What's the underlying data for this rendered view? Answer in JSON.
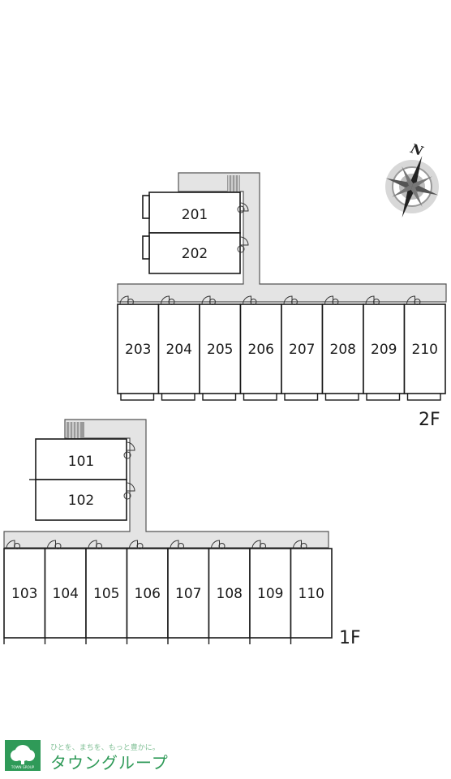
{
  "floors": [
    {
      "label": "2F",
      "side_units": [
        "201",
        "202"
      ],
      "row_units": [
        "203",
        "204",
        "205",
        "206",
        "207",
        "208",
        "209",
        "210"
      ]
    },
    {
      "label": "1F",
      "side_units": [
        "101",
        "102"
      ],
      "row_units": [
        "103",
        "104",
        "105",
        "106",
        "107",
        "108",
        "109",
        "110"
      ]
    }
  ],
  "compass": {
    "north_label": "N"
  },
  "logo": {
    "tagline": "ひとを、まちを、もっと豊かに。",
    "name": "タウングループ",
    "mark_text": "TOWN GROUP",
    "color": "#2f9a58"
  }
}
